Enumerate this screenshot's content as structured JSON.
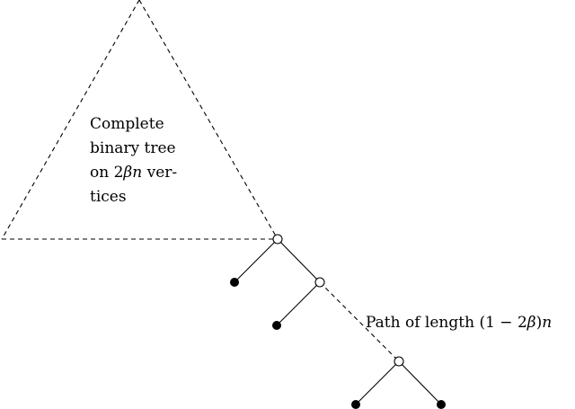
{
  "diagram": {
    "triangle_label": {
      "line1": "Complete",
      "line2": "binary tree",
      "line3_prefix": "on 2",
      "line3_beta": "β",
      "line3_n": "n",
      "line3_suffix": " ver-",
      "line4": "tices"
    },
    "path_label": {
      "prefix": "Path of length (1 − 2",
      "beta": "β",
      "close": ")",
      "n": "n"
    },
    "colors": {
      "stroke": "#000000",
      "open_node_fill": "#ffffff",
      "filled_node_fill": "#000000"
    }
  }
}
